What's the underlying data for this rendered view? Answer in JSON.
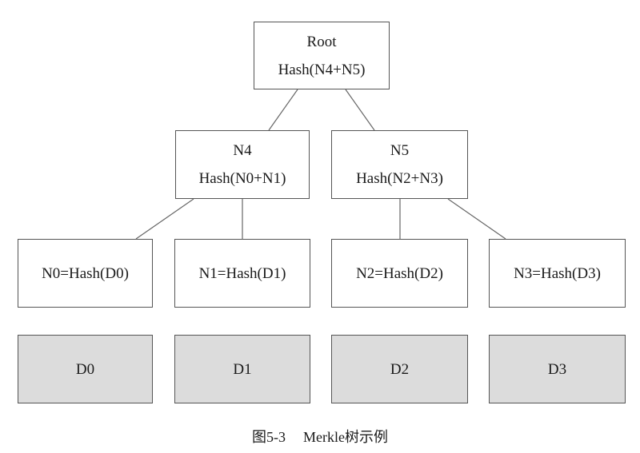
{
  "tree": {
    "root": {
      "title": "Root",
      "hash": "Hash(N4+N5)"
    },
    "n4": {
      "title": "N4",
      "hash": "Hash(N0+N1)"
    },
    "n5": {
      "title": "N5",
      "hash": "Hash(N2+N3)"
    },
    "leaves": [
      "N0=Hash(D0)",
      "N1=Hash(D1)",
      "N2=Hash(D2)",
      "N3=Hash(D3)"
    ],
    "data_blocks": [
      "D0",
      "D1",
      "D2",
      "D3"
    ]
  },
  "caption": {
    "number": "图5-3",
    "text": "Merkle树示例"
  },
  "colors": {
    "data_block_fill": "#dcdcdc",
    "border": "#555555",
    "edge": "#666666"
  }
}
